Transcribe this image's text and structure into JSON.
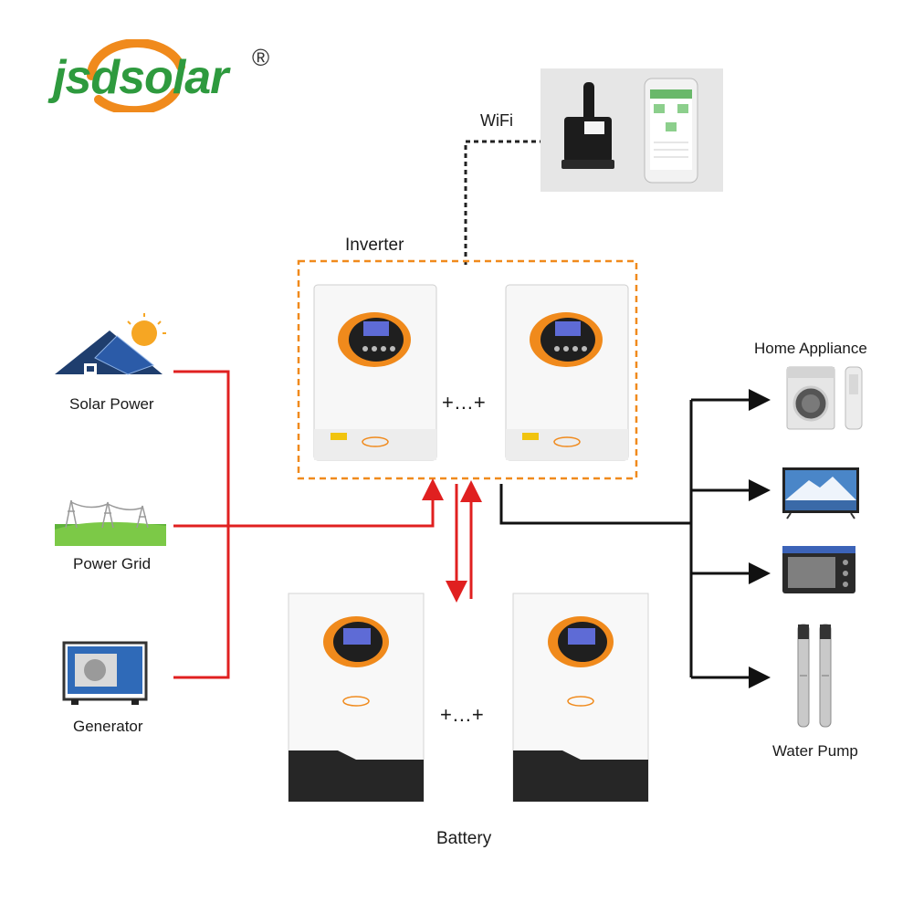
{
  "brand": {
    "name": "jsdsolar",
    "registered_mark": "®"
  },
  "wifi": {
    "label": "WiFi"
  },
  "inverter": {
    "label": "Inverter",
    "separator": "+…+"
  },
  "battery": {
    "label": "Battery",
    "separator": "+…+"
  },
  "sources": [
    {
      "label": "Solar Power",
      "icon": "solar-panel-icon"
    },
    {
      "label": "Power Grid",
      "icon": "power-grid-icon"
    },
    {
      "label": "Generator",
      "icon": "generator-icon"
    }
  ],
  "loads": {
    "top_label": "Home Appliance",
    "bottom_label": "Water Pump",
    "items": [
      "washing-machine-icon",
      "tv-icon",
      "oven-icon",
      "water-pump-icon"
    ]
  },
  "colors": {
    "power_line": "#e02020",
    "load_line": "#111111",
    "brand_orange": "#f08a1c",
    "brand_green": "#2e9a3e"
  }
}
